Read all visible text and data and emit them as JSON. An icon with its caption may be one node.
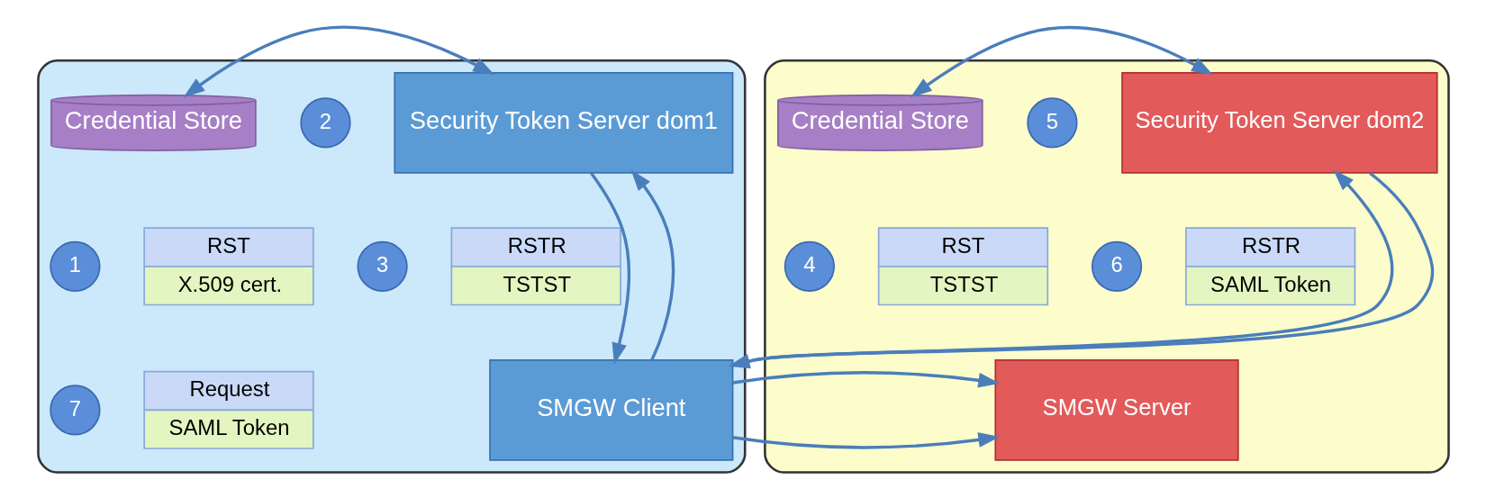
{
  "diagram": {
    "nodes": [
      {
        "text": [],
        "shape": "box"
      },
      {
        "text": [
          "Credential Store"
        ],
        "in": 0
      },
      {
        "text": [
          "Security Token Server dom1"
        ],
        "in": 0
      },
      {
        "text": [
          "2"
        ],
        "in": 0
      },
      {
        "text": [
          "1"
        ],
        "in": 0
      },
      {
        "text": [
          "RST",
          "X.509 cert."
        ],
        "in": 0
      },
      {
        "text": [
          "3"
        ],
        "in": 0
      },
      {
        "text": [
          "RSTR",
          "TSTST"
        ],
        "in": 0
      },
      {
        "text": [
          "SMGW Client"
        ],
        "in": 0
      },
      {
        "text": [
          "7"
        ],
        "in": 0
      },
      {
        "text": [
          "Request",
          "SAML Token"
        ],
        "in": 0
      },
      {
        "text": [],
        "shape": "box"
      },
      {
        "text": [
          "Credential Store"
        ],
        "in": 11
      },
      {
        "text": [
          "5"
        ],
        "in": 11
      },
      {
        "text": [
          "Security Token Server dom2"
        ],
        "in": 11
      },
      {
        "text": [
          "4"
        ],
        "in": 11
      },
      {
        "text": [
          "RST",
          "TSTST"
        ],
        "in": 11
      },
      {
        "text": [
          "6"
        ],
        "in": 11
      },
      {
        "text": [
          "RSTR",
          "SAML Token"
        ],
        "in": 11
      },
      {
        "text": [
          "SMGW Server"
        ],
        "in": 11
      }
    ],
    "edges": [
      {
        "from": 1,
        "to": 2,
        "arrow": "both"
      },
      {
        "from": 8,
        "to": 2,
        "arrow": "to"
      },
      {
        "from": 2,
        "to": 8,
        "arrow": "to"
      },
      {
        "from": 12,
        "to": 14,
        "arrow": "both"
      },
      {
        "from": 8,
        "to": 14,
        "arrow": "to"
      },
      {
        "from": 14,
        "to": 8,
        "arrow": "to"
      },
      {
        "from": 8,
        "to": 19,
        "arrow": "to"
      }
    ]
  }
}
